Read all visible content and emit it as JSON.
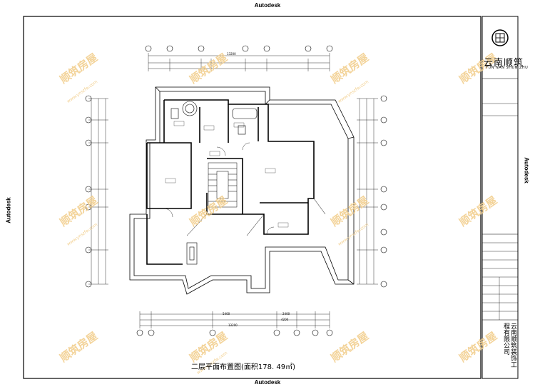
{
  "frame": {
    "top_label": "Autodesk",
    "bottom_label": "Autodesk",
    "left_label": "Autodesk",
    "right_label": "Autodesk"
  },
  "drawing": {
    "title": "二层平面布置图(面积178. 49㎡)"
  },
  "title_block": {
    "logo_name": "云南顺筑",
    "logo_pinyin": "YUN NAN SHUN ZHU",
    "company_name": "云南顺筑装饰工程有限公司"
  },
  "watermark": {
    "text": "顺筑房屋",
    "url": "www.ynszfw.com"
  },
  "dims": {
    "top_total": "13200",
    "bottom_total": "13200",
    "bottom_5400": "5400",
    "bottom_2400": "2400",
    "bottom_4200": "4200"
  }
}
